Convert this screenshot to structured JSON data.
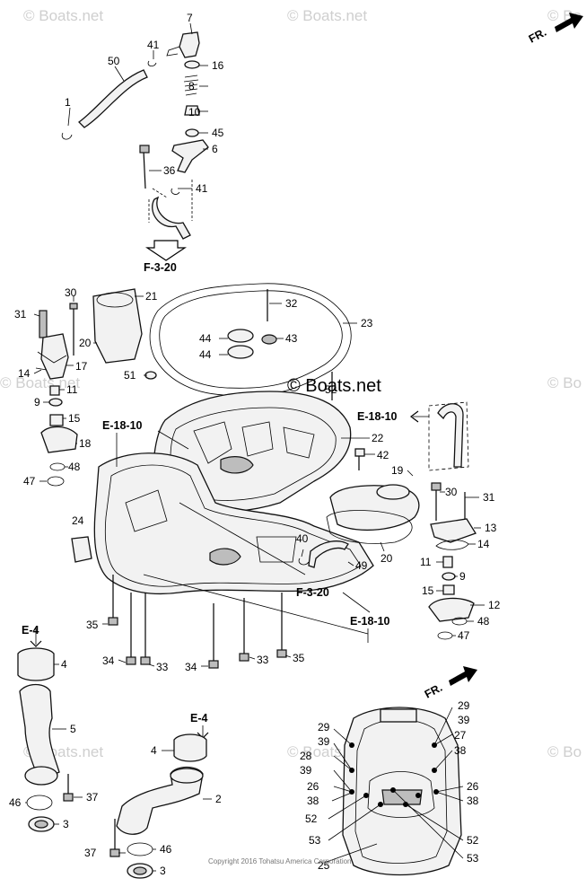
{
  "watermarks": {
    "label": "© Boats.net",
    "center_label": "© Boats.net",
    "edge_label": "© Bo"
  },
  "copyright": "Copyright 2016 Tohatsu America Corporation",
  "forward_label": "FR.",
  "references": {
    "f320_top": "F-3-20",
    "e1810_left": "E-18-10",
    "e1810_right": "E-18-10",
    "f320_mid": "F-3-20",
    "e1810_bottom": "E-18-10",
    "e4_top": "E-4",
    "e4_mid": "E-4"
  },
  "callouts": {
    "c7": "7",
    "c41a": "41",
    "c16": "16",
    "c50": "50",
    "c8": "8",
    "c1": "1",
    "c10": "10",
    "c45": "45",
    "c6": "6",
    "c36": "36",
    "c41b": "41",
    "c30a": "30",
    "c21": "21",
    "c32": "32",
    "c31a": "31",
    "c20a": "20",
    "c23": "23",
    "c44a": "44",
    "c43": "43",
    "c44b": "44",
    "c14a": "14",
    "c17": "17",
    "c51": "51",
    "c52a": "52",
    "c9a": "9",
    "c11a": "11",
    "c15a": "15",
    "c18": "18",
    "c22": "22",
    "c42": "42",
    "c48a": "48",
    "c47a": "47",
    "c19": "19",
    "c30b": "30",
    "c31b": "31",
    "c13": "13",
    "c24": "24",
    "c14b": "14",
    "c40": "40",
    "c49": "49",
    "c20b": "20",
    "c11b": "11",
    "c9b": "9",
    "c15b": "15",
    "c12": "12",
    "c48b": "48",
    "c47b": "47",
    "c35a": "35",
    "c34a": "34",
    "c33a": "33",
    "c34b": "34",
    "c33b": "33",
    "c35b": "35",
    "c4a": "4",
    "c5": "5",
    "c4b": "4",
    "c2": "2",
    "c46a": "46",
    "c37a": "37",
    "c3a": "3",
    "c37b": "37",
    "c46b": "46",
    "c3b": "3",
    "c29a": "29",
    "c39a": "39",
    "c27": "27",
    "c38a": "38",
    "c29b": "29",
    "c39b": "39",
    "c28": "28",
    "c39c": "39",
    "c26a": "26",
    "c38b": "38",
    "c26b": "26",
    "c38c": "38",
    "c52b": "52",
    "c53a": "53",
    "c52c": "52",
    "c53b": "53",
    "c25": "25"
  }
}
